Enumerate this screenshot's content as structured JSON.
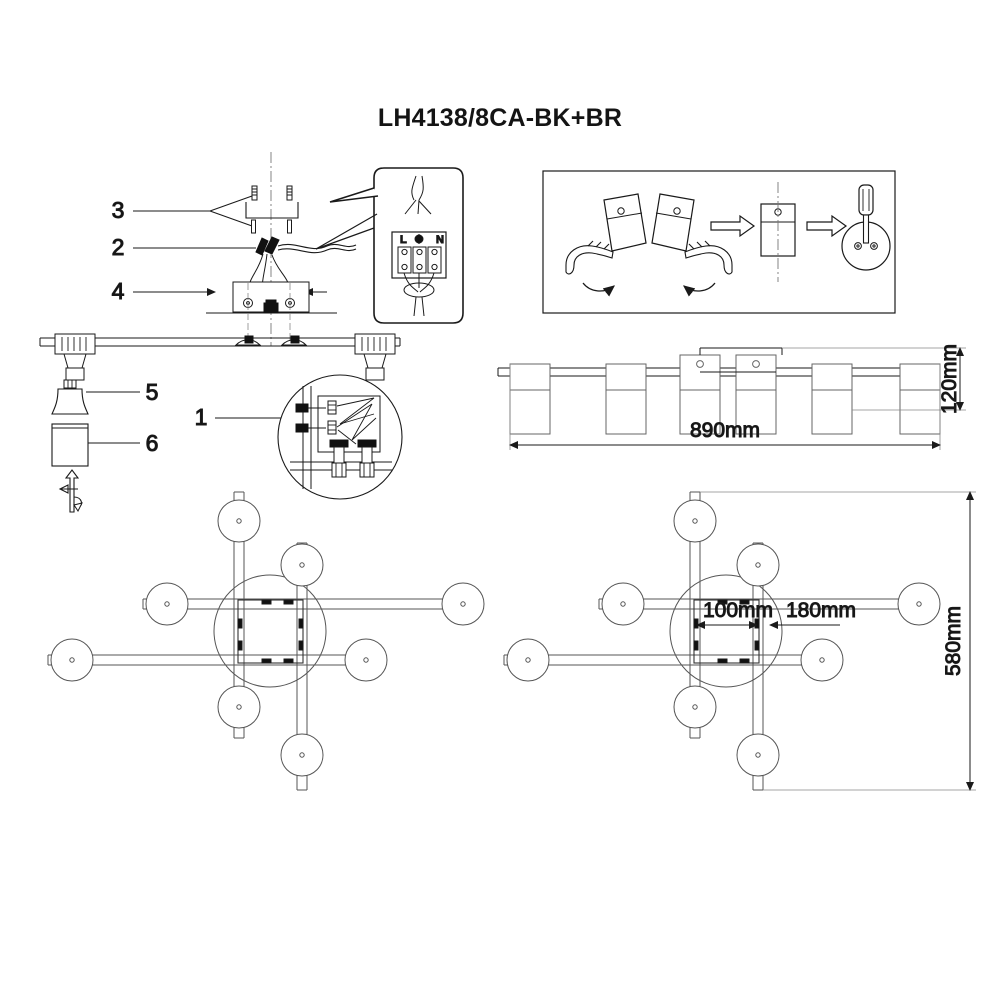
{
  "document": {
    "title": "LH4138/8CA-BK+BR",
    "type": "lighting-installation-diagram",
    "background_color": "#ffffff",
    "line_color": "#1a1a1a",
    "text_color": "#141414"
  },
  "callouts": [
    {
      "id": "1",
      "label": "1",
      "refers_to": "wiring-detail-circle"
    },
    {
      "id": "2",
      "label": "2",
      "refers_to": "wire-connectors"
    },
    {
      "id": "3",
      "label": "3",
      "refers_to": "screws-and-anchors"
    },
    {
      "id": "4",
      "label": "4",
      "refers_to": "ceiling-mounting-plate"
    },
    {
      "id": "5",
      "label": "5",
      "refers_to": "light-bulb"
    },
    {
      "id": "6",
      "label": "6",
      "refers_to": "lamp-shade"
    }
  ],
  "terminal_block": {
    "labels": [
      "L",
      "N"
    ],
    "ground_symbol": "⏚"
  },
  "dimensions": {
    "elevation_width": "890mm",
    "elevation_height": "120mm",
    "plan_inner": "100mm",
    "plan_offset": "180mm",
    "plan_height": "580mm"
  },
  "elevation_view": {
    "head_count": 6,
    "label_width": "890mm",
    "label_height": "120mm"
  },
  "plan_views": [
    {
      "name": "plan-view-left",
      "head_count": 8,
      "dimensions_shown": []
    },
    {
      "name": "plan-view-right",
      "head_count": 8,
      "dimensions_shown": [
        "100mm",
        "180mm",
        "580mm"
      ]
    }
  ],
  "instruction_panel": {
    "steps": [
      {
        "index": 1,
        "name": "twist-head-left",
        "icon": "hand-rotating-lamp-head-icon"
      },
      {
        "index": 2,
        "name": "twist-head-right",
        "icon": "hand-rotating-lamp-head-icon"
      },
      {
        "index": 3,
        "name": "arrow-to-bracket",
        "icon": "arrow-right-icon"
      },
      {
        "index": 4,
        "name": "bracket-aligned",
        "icon": "lamp-bracket-icon"
      },
      {
        "index": 5,
        "name": "arrow-to-fasten",
        "icon": "arrow-right-icon"
      },
      {
        "index": 6,
        "name": "tighten-with-screwdriver",
        "icon": "screwdriver-icon"
      }
    ]
  },
  "adjust_symbol": {
    "name": "rotation-adjust-arrow",
    "icon": "up-down-rotate-arrow-icon"
  }
}
